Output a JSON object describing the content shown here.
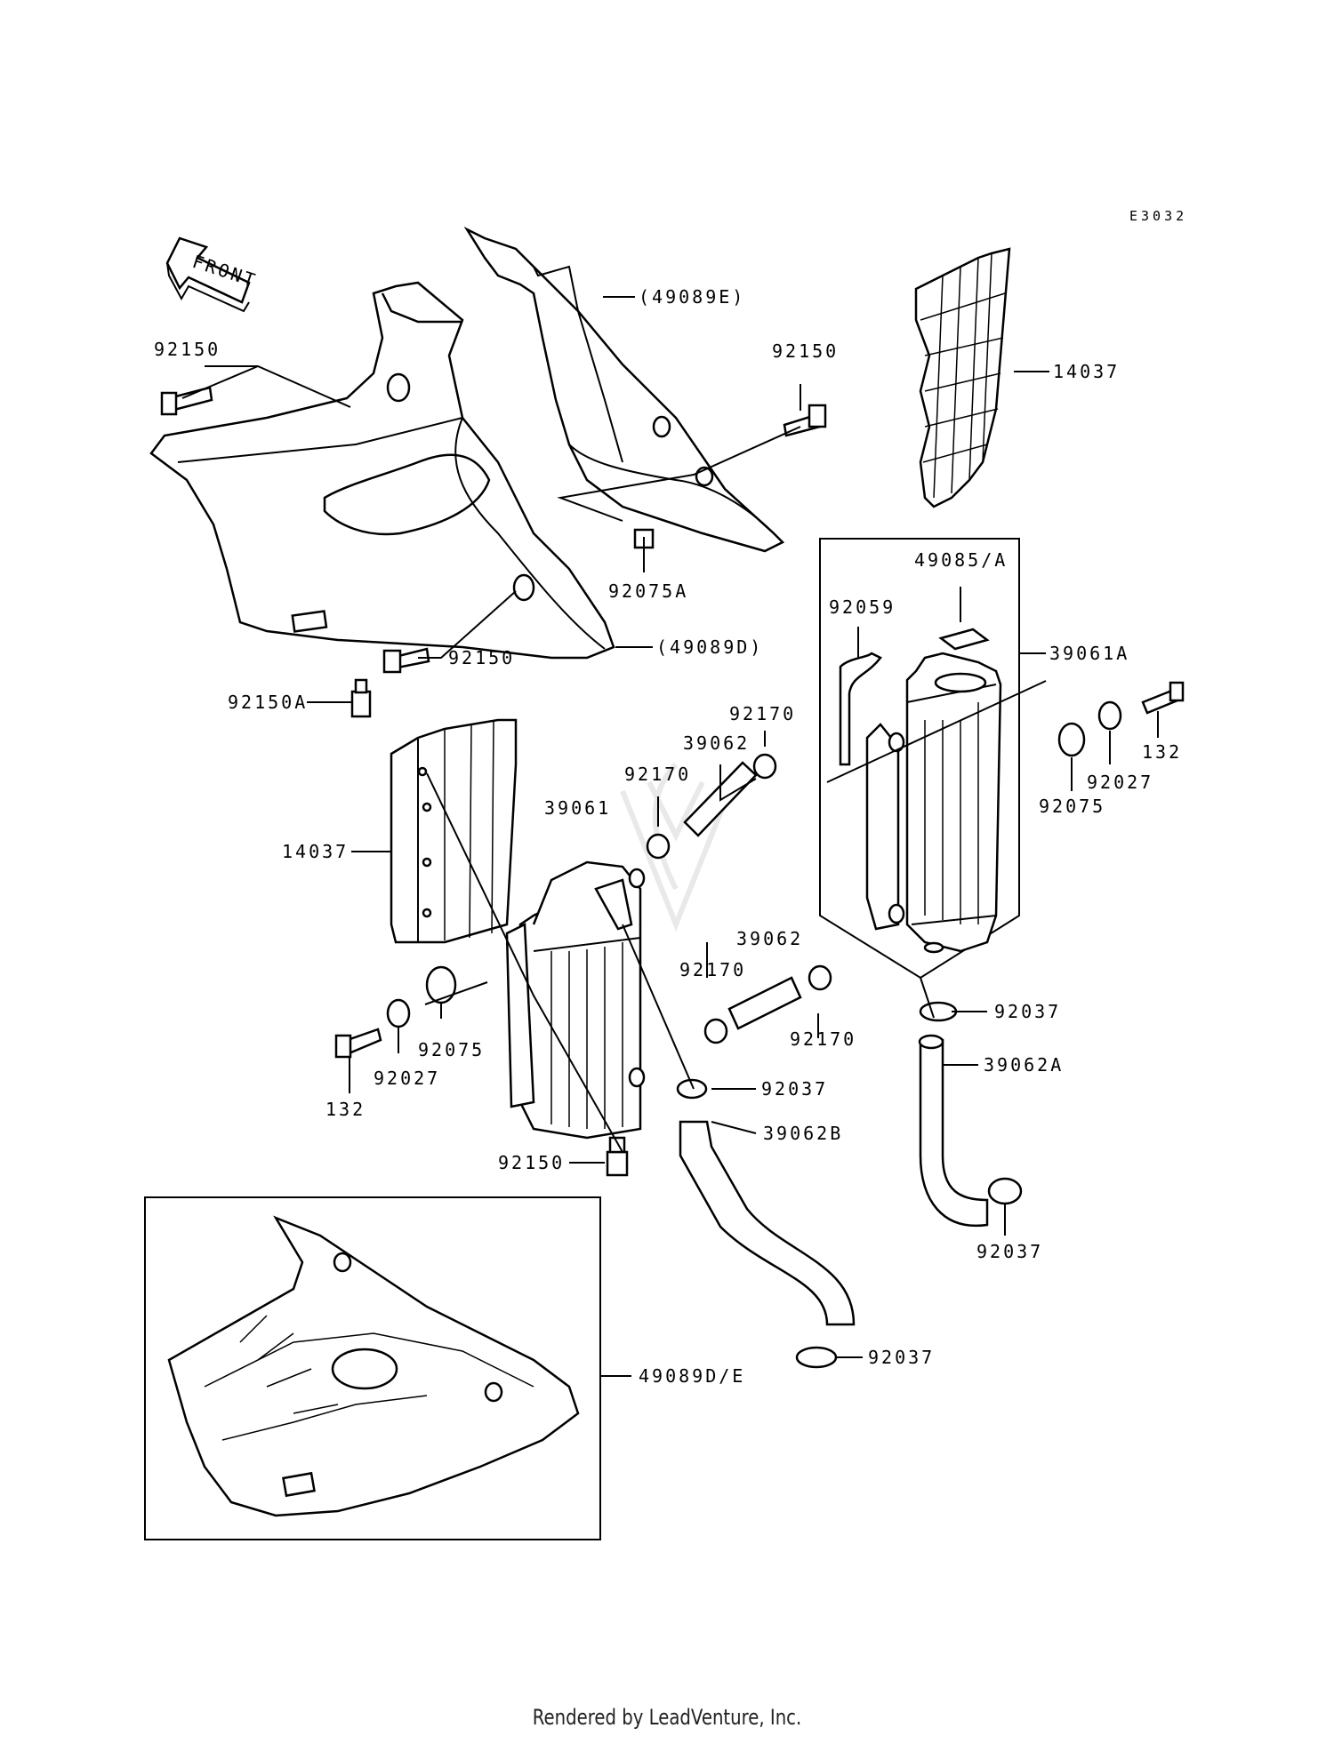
{
  "diagram_code": "E3032",
  "front_arrow_label": "FRONT",
  "callouts": {
    "c_49089E": "(49089E)",
    "c_92150_a": "92150",
    "c_92150_b": "92150",
    "c_14037_right": "14037",
    "c_92075A": "92075A",
    "c_49089D": "(49089D)",
    "c_92150_c": "92150",
    "c_92150A": "92150A",
    "c_49085A": "49085/A",
    "c_92059": "92059",
    "c_39061A": "39061A",
    "c_92170_a": "92170",
    "c_39062_a": "39062",
    "c_92170_b": "92170",
    "c_39061": "39061",
    "c_14037_left": "14037",
    "c_132_right": "132",
    "c_92027_right": "92027",
    "c_92075_right": "92075",
    "c_39062_b": "39062",
    "c_92170_c": "92170",
    "c_92170_d": "92170",
    "c_92037_a": "92037",
    "c_39062A": "39062A",
    "c_92075_left": "92075",
    "c_92027_left": "92027",
    "c_132_left": "132",
    "c_92037_b": "92037",
    "c_39062B": "39062B",
    "c_92150_d": "92150",
    "c_92037_c": "92037",
    "c_49089DE": "49089D/E",
    "c_92037_d": "92037"
  },
  "footer_text": "Rendered by LeadVenture, Inc."
}
